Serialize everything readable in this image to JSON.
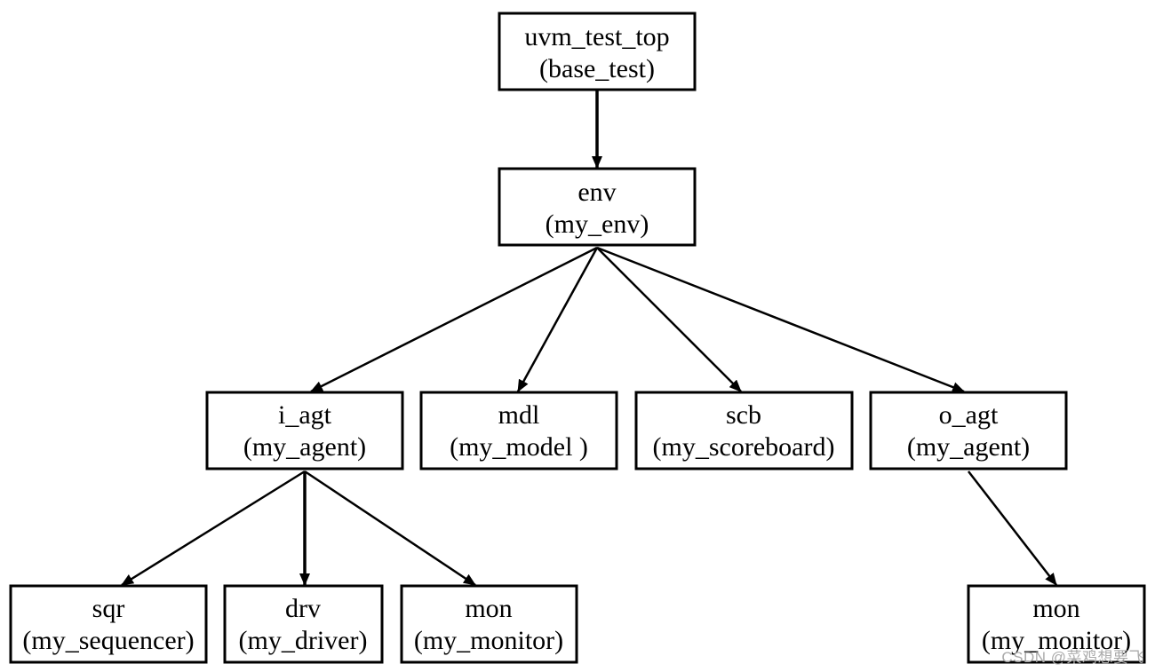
{
  "colors": {
    "stroke": "#000000",
    "fill": "#ffffff",
    "watermark": "#aaaaaa"
  },
  "nodes": [
    {
      "id": "uvm-test-top",
      "name": "uvm_test_top",
      "type": "(base_test)"
    },
    {
      "id": "env",
      "name": "env",
      "type": "(my_env)"
    },
    {
      "id": "i-agt",
      "name": "i_agt",
      "type": "(my_agent)"
    },
    {
      "id": "mdl",
      "name": "mdl",
      "type": "(my_model )"
    },
    {
      "id": "scb",
      "name": "scb",
      "type": "(my_scoreboard)"
    },
    {
      "id": "o-agt",
      "name": "o_agt",
      "type": "(my_agent)"
    },
    {
      "id": "sqr",
      "name": "sqr",
      "type": "(my_sequencer)"
    },
    {
      "id": "drv",
      "name": "drv",
      "type": "(my_driver)"
    },
    {
      "id": "mon-i",
      "name": "mon",
      "type": "(my_monitor)"
    },
    {
      "id": "mon-o",
      "name": "mon",
      "type": "(my_monitor)"
    }
  ],
  "edges": [
    {
      "from": "uvm-test-top",
      "to": "env"
    },
    {
      "from": "env",
      "to": "i-agt"
    },
    {
      "from": "env",
      "to": "mdl"
    },
    {
      "from": "env",
      "to": "scb"
    },
    {
      "from": "env",
      "to": "o-agt"
    },
    {
      "from": "i-agt",
      "to": "sqr"
    },
    {
      "from": "i-agt",
      "to": "drv"
    },
    {
      "from": "i-agt",
      "to": "mon-i"
    },
    {
      "from": "o-agt",
      "to": "mon-o"
    }
  ],
  "watermark": "CSDN @菜鸡想要飞"
}
